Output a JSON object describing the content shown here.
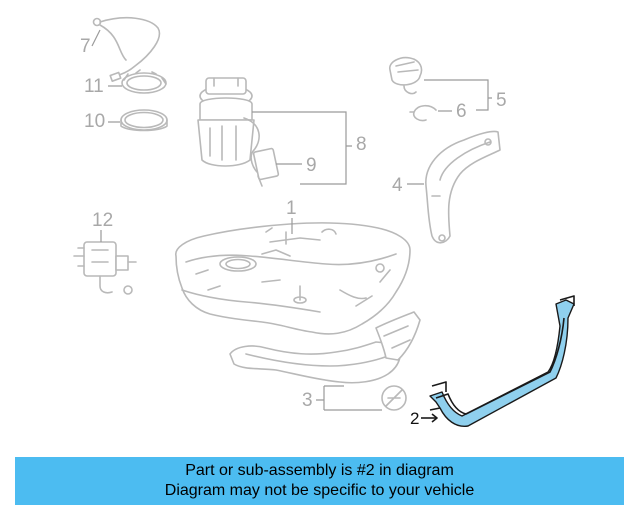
{
  "callouts": {
    "c1": "1",
    "c2": "2",
    "c3": "3",
    "c4": "4",
    "c5": "5",
    "c6": "6",
    "c7": "7",
    "c8": "8",
    "c9": "9",
    "c10": "10",
    "c11": "11",
    "c12": "12"
  },
  "highlighted_part": "2",
  "highlight_color": "#4cbcf1",
  "banner": {
    "line1": "Part or sub-assembly is #2 in diagram",
    "line2": "Diagram may not be specific to your vehicle"
  }
}
